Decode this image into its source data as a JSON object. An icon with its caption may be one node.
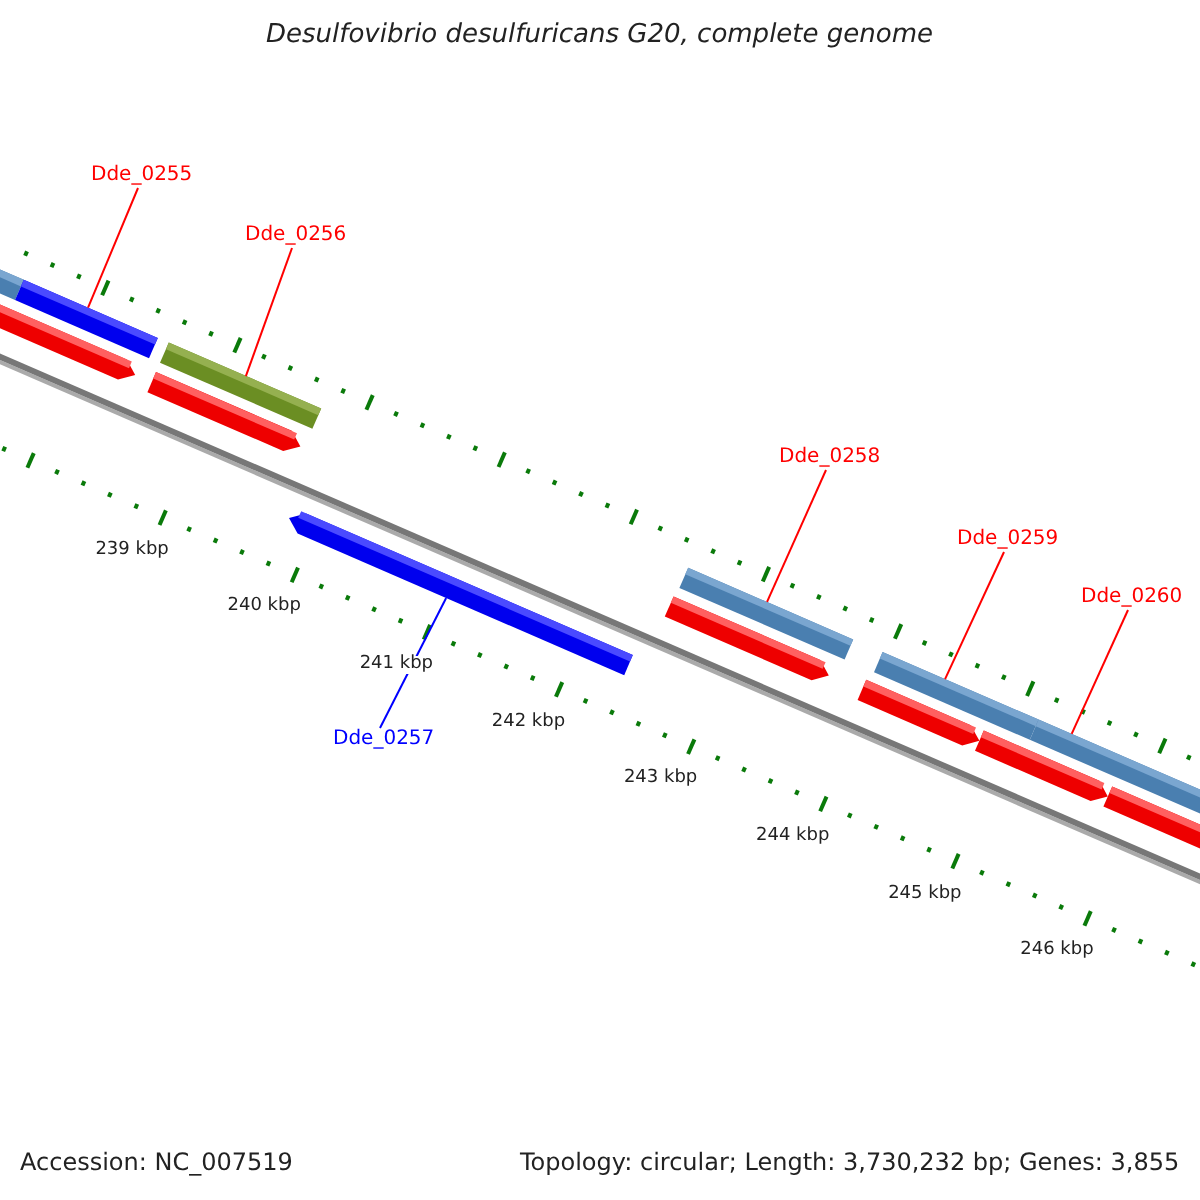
{
  "diagram": {
    "title": "Desulfovibrio desulfuricans G20, complete genome",
    "nodes": [
      {
        "text": [
          "Dde_0255"
        ]
      },
      {
        "text": [
          "Dde_0256"
        ]
      },
      {
        "text": [
          "Dde_0258"
        ]
      },
      {
        "text": [
          "Dde_0259"
        ]
      },
      {
        "text": [
          "Dde_0260"
        ]
      },
      {
        "text": [
          "Dde_0257"
        ]
      },
      {
        "text": [],
        "shape": "bar"
      },
      {
        "text": [],
        "shape": "bar"
      },
      {
        "text": [],
        "shape": "bar"
      },
      {
        "text": [],
        "shape": "bar"
      },
      {
        "text": [],
        "shape": "bar"
      },
      {
        "text": [],
        "shape": "bar"
      }
    ],
    "edges": [
      {
        "from": 0,
        "to": 6,
        "arrow": "none"
      },
      {
        "from": 1,
        "to": 7,
        "arrow": "none"
      },
      {
        "from": 5,
        "to": 8,
        "arrow": "none",
        "color": "#0000ff"
      },
      {
        "from": 2,
        "to": 9,
        "arrow": "none"
      },
      {
        "from": 3,
        "to": 10,
        "arrow": "none"
      },
      {
        "from": 4,
        "to": 11,
        "arrow": "none"
      }
    ],
    "labels": [
      "239 kbp",
      "240 kbp",
      "241 kbp",
      "242 kbp",
      "243 kbp",
      "244 kbp",
      "245 kbp",
      "246 kbp",
      "Accession: NC_007519",
      "Topology: circular; Length: 3,730,232 bp; Genes: 3,855"
    ]
  }
}
